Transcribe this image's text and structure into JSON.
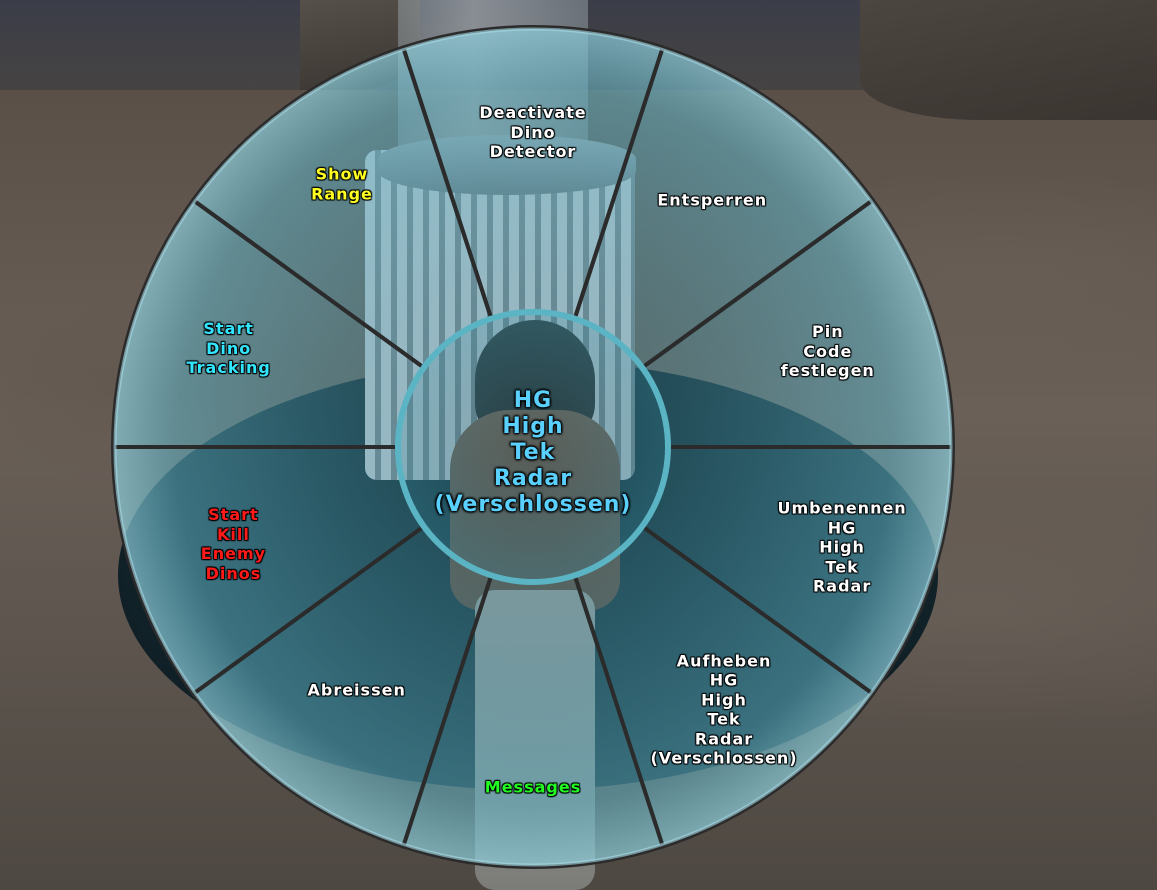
{
  "colors": {
    "white": "#ffffff",
    "yellow": "#ffff22",
    "cyan": "#33e6ff",
    "red": "#ff1a1a",
    "green": "#22ff22",
    "center": "#5ad0ff",
    "ring": "#5ab4c4",
    "segment_fill": "#4f9fb3"
  },
  "radial_menu": {
    "center": {
      "label": "HG\nHigh\nTek\nRadar\n(Verschlossen)"
    },
    "options": [
      {
        "id": "deactivate-dino-detector",
        "label": "Deactivate\nDino\nDetector",
        "color": "white"
      },
      {
        "id": "entsperren",
        "label": "Entsperren",
        "color": "white"
      },
      {
        "id": "pin-code-festlegen",
        "label": "Pin\nCode\nfestlegen",
        "color": "white"
      },
      {
        "id": "umbenennen",
        "label": "Umbenennen\nHG\nHigh\nTek\nRadar",
        "color": "white"
      },
      {
        "id": "aufheben",
        "label": "Aufheben\nHG\nHigh\nTek\nRadar\n(Verschlossen)",
        "color": "white"
      },
      {
        "id": "messages",
        "label": "Messages",
        "color": "green"
      },
      {
        "id": "abreissen",
        "label": "Abreissen",
        "color": "white"
      },
      {
        "id": "start-kill-enemy-dinos",
        "label": "Start\nKill\nEnemy\nDinos",
        "color": "red"
      },
      {
        "id": "start-dino-tracking",
        "label": "Start\nDino\nTracking",
        "color": "cyan"
      },
      {
        "id": "show-range",
        "label": "Show\nRange",
        "color": "yellow"
      }
    ]
  }
}
